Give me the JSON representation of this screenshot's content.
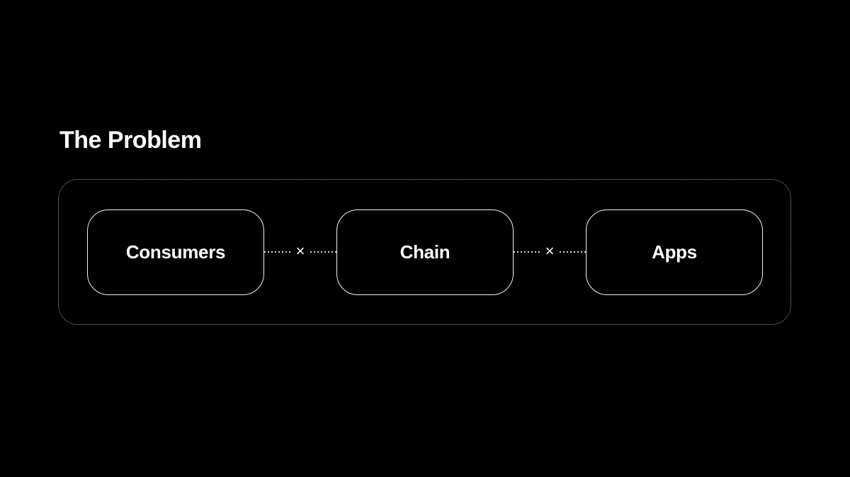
{
  "slide": {
    "title": "The Problem",
    "diagram": {
      "nodes": [
        {
          "label": "Consumers"
        },
        {
          "label": "Chain"
        },
        {
          "label": "Apps"
        }
      ],
      "connector_symbol": "×",
      "connector_style": "dashed"
    },
    "colors": {
      "background": "#000000",
      "title_text": "#ffffff",
      "node_border": "#f2f2f2",
      "node_label": "#ffffff",
      "frame_dotted_border": "rgba(255,255,255,0.62)",
      "dash_line": "#d8d8d8"
    }
  }
}
